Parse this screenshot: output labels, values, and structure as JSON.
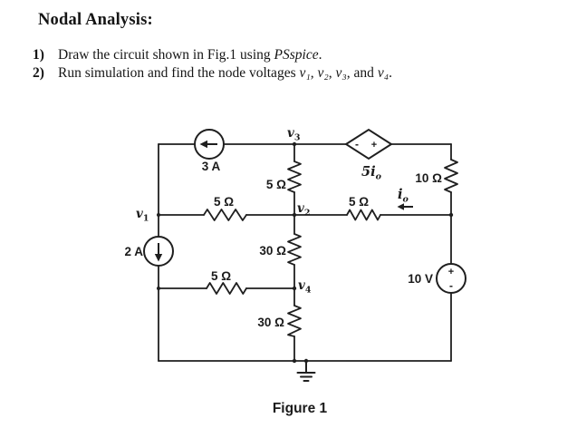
{
  "header": {
    "title": "Nodal Analysis:"
  },
  "problem": {
    "item1": {
      "number": "1)",
      "text": "Draw the circuit shown in Fig.1 using ",
      "emphasis": "PSspice",
      "suffix": "."
    },
    "item2": {
      "number": "2)",
      "text": "Run simulation and find the node voltages ",
      "node_list": "v₁, v₂, v₃,",
      "and_word": " and ",
      "node_last": "v₄",
      "suffix": "."
    }
  },
  "circuit": {
    "current_source_top": "3 A",
    "current_source_left": "2 A",
    "voltage_source": "10 V",
    "voltage_source_plus": "+",
    "voltage_source_minus": "-",
    "dep_source": {
      "base": "5i",
      "sub": "o"
    },
    "dep_source_minus": "-",
    "dep_source_plus": "+",
    "resistor_5_vertical": "5 Ω",
    "resistor_5_mid_left": "5 Ω",
    "resistor_5_mid_right": "5 Ω",
    "resistor_5_lower": "5 Ω",
    "resistor_30_upper": "30 Ω",
    "resistor_30_lower": "30 Ω",
    "resistor_10": "10 Ω",
    "node_v1": {
      "base": "v",
      "sub": "1"
    },
    "node_v2": {
      "base": "v",
      "sub": "2"
    },
    "node_v3": {
      "base": "v",
      "sub": "3"
    },
    "node_v4": {
      "base": "v",
      "sub": "4"
    },
    "io_label": {
      "base": "i",
      "sub": "o"
    }
  },
  "caption": "Figure 1"
}
